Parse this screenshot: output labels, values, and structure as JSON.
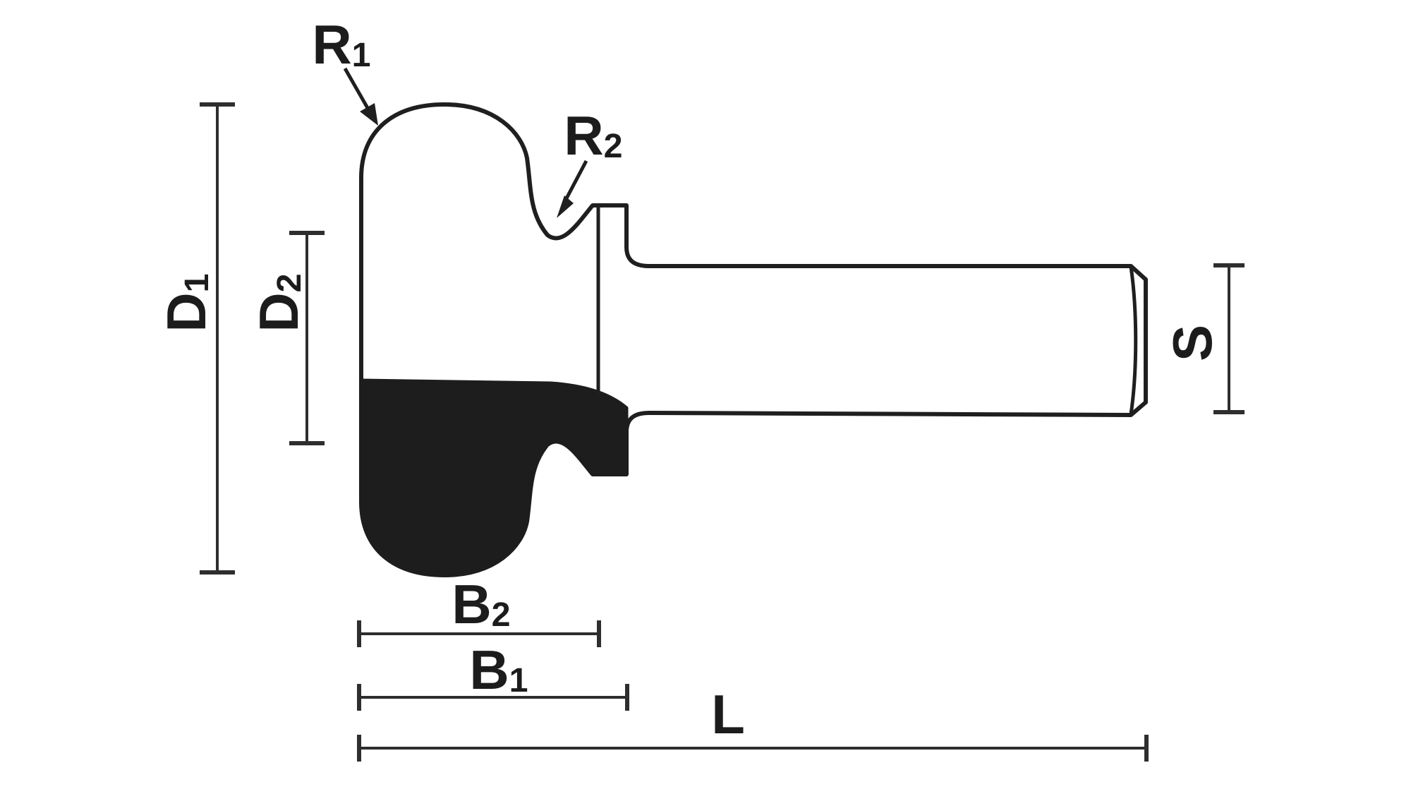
{
  "diagram": {
    "description": "Technical profile drawing of a round-over router bit with dimension callouts",
    "labels": {
      "r1": {
        "base": "R",
        "sub": "1"
      },
      "r2": {
        "base": "R",
        "sub": "2"
      },
      "d1": {
        "base": "D",
        "sub": "1"
      },
      "d2": {
        "base": "D",
        "sub": "2"
      },
      "b2": {
        "base": "B",
        "sub": "2"
      },
      "b1": {
        "base": "B",
        "sub": "1"
      },
      "l": {
        "base": "L",
        "sub": ""
      },
      "s": {
        "base": "S",
        "sub": ""
      }
    },
    "colors": {
      "ink": "#1f1f1f",
      "dimension_line": "#2e2e2e",
      "cutter_fill": "#1d1d1d",
      "background": "#ffffff"
    }
  }
}
